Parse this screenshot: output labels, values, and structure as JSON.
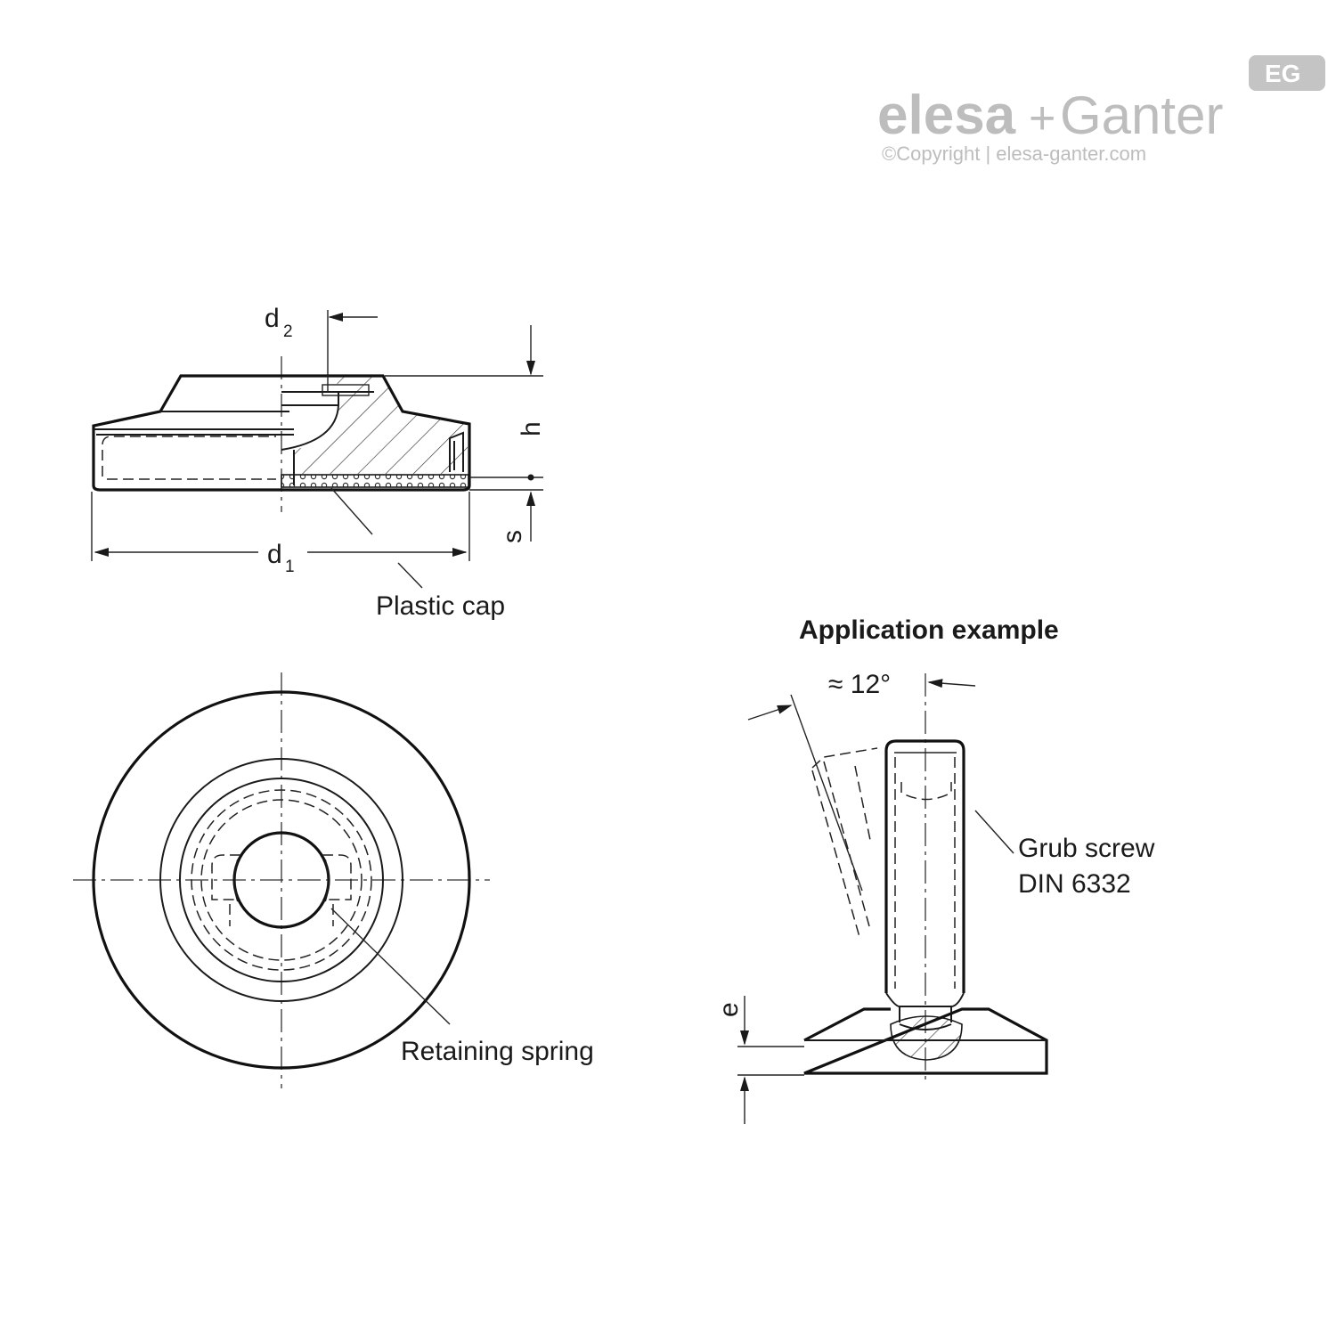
{
  "brand": {
    "name_left": "elesa",
    "plus": "+",
    "name_right": "Ganter",
    "copyright": "©Copyright | elesa-ganter.com",
    "badge": "EG"
  },
  "labels": {
    "d2": "d",
    "d2_sub": "2",
    "d1": "d",
    "d1_sub": "1",
    "h": "h",
    "s": "s",
    "e": "e",
    "plastic_cap": "Plastic cap",
    "retaining_spring": "Retaining spring",
    "application_example": "Application example",
    "angle": "≈ 12°",
    "grub_screw_line1": "Grub screw",
    "grub_screw_line2": "DIN 6332"
  },
  "colors": {
    "line": "#1a1a1a",
    "logo": "#bdbdbd"
  }
}
